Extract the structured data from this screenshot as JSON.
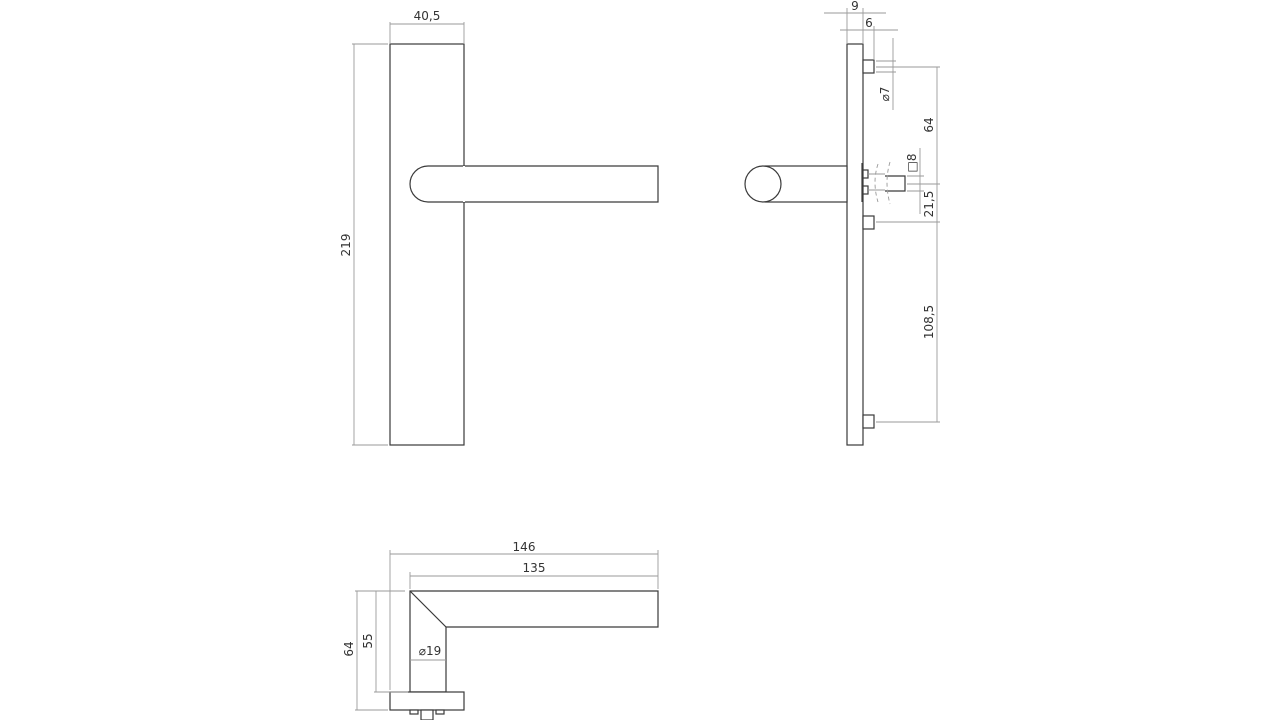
{
  "drawing": {
    "subject": "Door lever handle on backplate — technical dimension drawing",
    "units": "mm",
    "views": {
      "front": {
        "plate_width": "40,5",
        "plate_height": "219"
      },
      "side": {
        "plate_thickness": "9",
        "pin_offset": "6",
        "pin_diameter": "⌀7",
        "pin_spacing_top": "64",
        "spindle_square": "□8",
        "spindle_offset": "21,5",
        "pin_spacing_bottom": "108,5"
      },
      "top": {
        "total_projection": "146",
        "lever_length": "135",
        "total_height": "64",
        "lever_height": "55",
        "rose_diameter": "⌀19"
      }
    }
  }
}
